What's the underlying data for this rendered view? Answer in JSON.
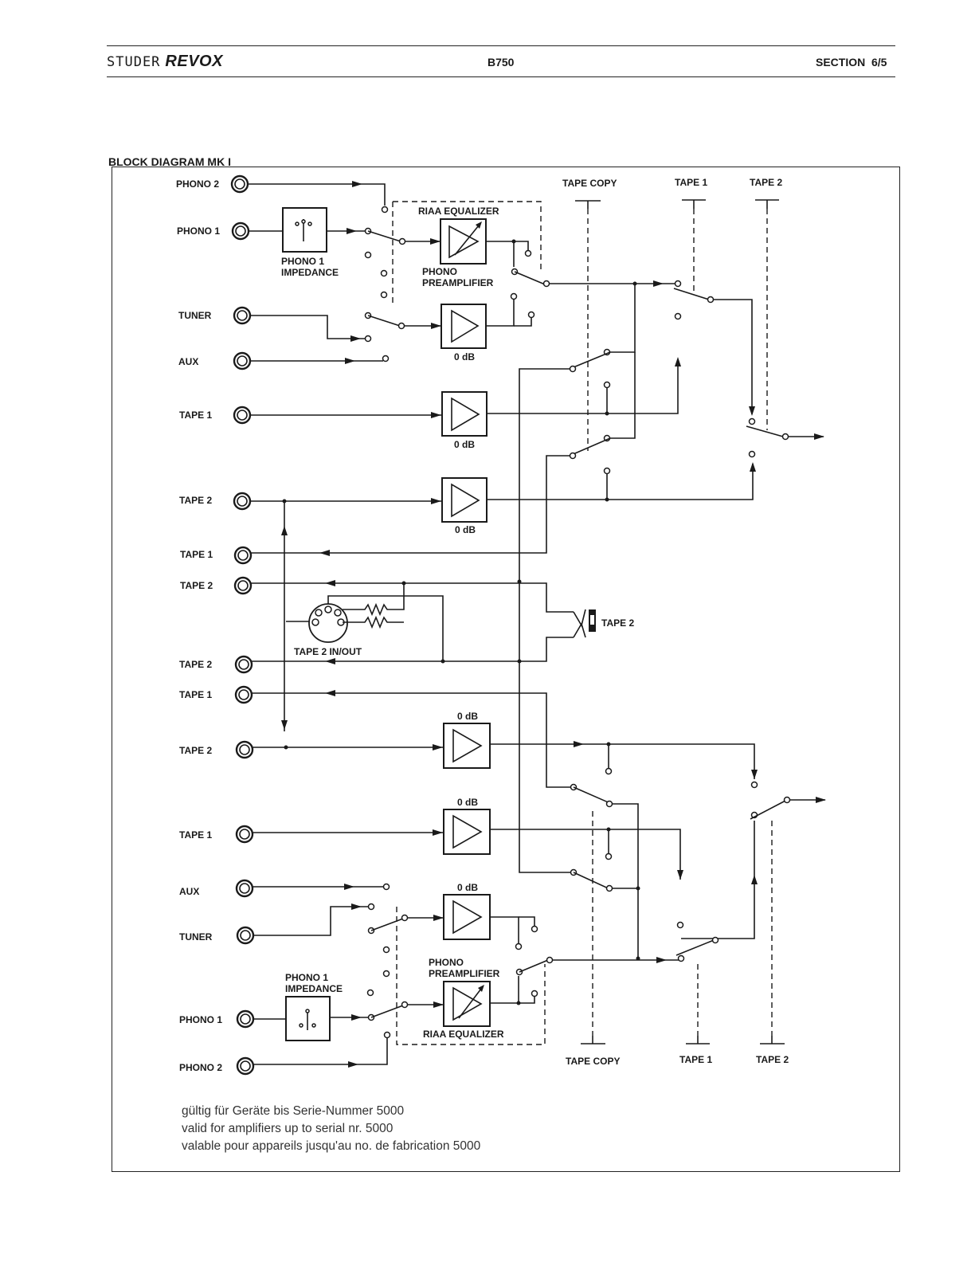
{
  "header": {
    "brand_studer": "STUDER",
    "brand_revox": "REVOX",
    "model": "B750",
    "section": "SECTION  6/5"
  },
  "diagram": {
    "title": "BLOCK DIAGRAM MK I",
    "top_inputs": {
      "phono2": "PHONO 2",
      "phono1": "PHONO 1",
      "tuner": "TUNER",
      "aux": "AUX",
      "tape1": "TAPE 1",
      "tape2": "TAPE 2"
    },
    "tape_outputs": {
      "tape1": "TAPE 1",
      "tape2": "TAPE 2"
    },
    "bottom_outputs": {
      "tape2": "TAPE 2",
      "tape1": "TAPE 1"
    },
    "bottom_inputs": {
      "tape2": "TAPE 2",
      "tape1": "TAPE 1",
      "aux": "AUX",
      "tuner": "TUNER",
      "phono1": "PHONO 1",
      "phono2": "PHONO 2"
    },
    "blocks": {
      "phono_impedance": [
        "PHONO 1",
        "IMPEDANCE"
      ],
      "riaa_equalizer": "RIAA EQUALIZER",
      "phono_preamplifier": [
        "PHONO",
        "PREAMPLIFIER"
      ],
      "zero_db": "0 dB",
      "din_socket": "TAPE 2  IN/OUT",
      "tape2_switch": "TAPE 2"
    },
    "switch_labels_top": {
      "tape_copy": "TAPE COPY",
      "tape1": "TAPE 1",
      "tape2": "TAPE 2"
    },
    "switch_labels_bottom": {
      "tape_copy": "TAPE COPY",
      "tape1": "TAPE 1",
      "tape2": "TAPE 2"
    }
  },
  "footnote": {
    "de": "gültig für Geräte bis Serie-Nummer 5000",
    "en": "valid for amplifiers up to serial nr. 5000",
    "fr": "valable pour appareils jusqu'au no. de fabrication 5000"
  }
}
